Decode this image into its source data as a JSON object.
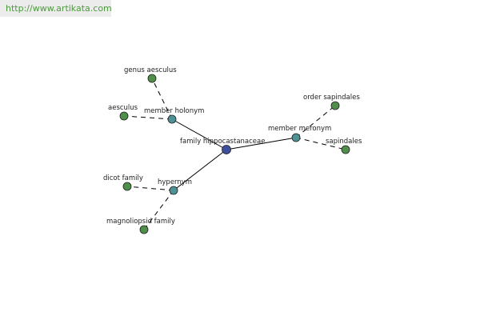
{
  "watermark": {
    "text": "http://www.artikata.com"
  },
  "colors": {
    "center": "#3d4f9c",
    "relation": "#4f9296",
    "leaf": "#4f8f4a"
  },
  "graph": {
    "nodes": [
      {
        "id": "family-hippocastanaceae",
        "label": "family hippocastanaceae",
        "kind": "center"
      },
      {
        "id": "member-holonym",
        "label": "member holonym",
        "kind": "relation"
      },
      {
        "id": "member-meronym",
        "label": "member meronym",
        "kind": "relation"
      },
      {
        "id": "hypernym",
        "label": "hypernym",
        "kind": "relation"
      },
      {
        "id": "genus-aesculus",
        "label": "genus aesculus",
        "kind": "leaf"
      },
      {
        "id": "aesculus",
        "label": "aesculus",
        "kind": "leaf"
      },
      {
        "id": "order-sapindales",
        "label": "order sapindales",
        "kind": "leaf"
      },
      {
        "id": "sapindales",
        "label": "sapindales",
        "kind": "leaf"
      },
      {
        "id": "dicot-family",
        "label": "dicot family",
        "kind": "leaf"
      },
      {
        "id": "magnoliopsid-family",
        "label": "magnoliopsid family",
        "kind": "leaf"
      }
    ],
    "edges": [
      {
        "from": "family-hippocastanaceae",
        "to": "member-holonym",
        "style": "solid"
      },
      {
        "from": "family-hippocastanaceae",
        "to": "member-meronym",
        "style": "solid"
      },
      {
        "from": "family-hippocastanaceae",
        "to": "hypernym",
        "style": "solid"
      },
      {
        "from": "member-holonym",
        "to": "genus-aesculus",
        "style": "dashed"
      },
      {
        "from": "member-holonym",
        "to": "aesculus",
        "style": "dashed"
      },
      {
        "from": "member-meronym",
        "to": "order-sapindales",
        "style": "dashed"
      },
      {
        "from": "member-meronym",
        "to": "sapindales",
        "style": "dashed"
      },
      {
        "from": "hypernym",
        "to": "dicot-family",
        "style": "dashed"
      },
      {
        "from": "hypernym",
        "to": "magnoliopsid-family",
        "style": "dashed"
      }
    ]
  }
}
